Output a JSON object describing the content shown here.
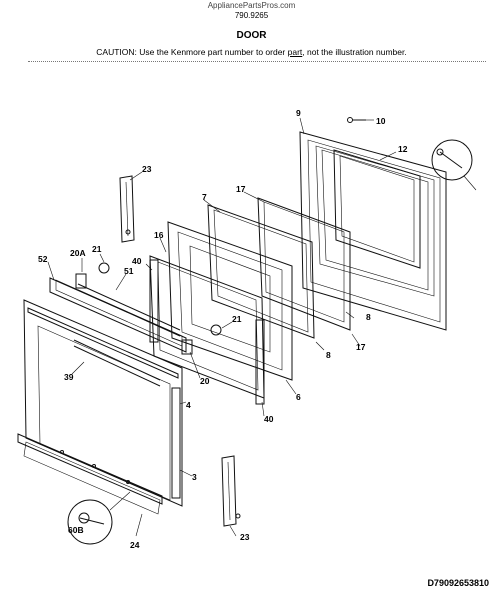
{
  "header": {
    "site": "AppliancePartsPros.com",
    "model": "790.9265",
    "title": "DOOR",
    "caution_pre": "CAUTION: Use the Kenmore part number to order ",
    "caution_link": "part",
    "caution_post": ", not the illustration number."
  },
  "callouts": {
    "p9": "9",
    "p10": "10",
    "p12": "12",
    "p7": "7",
    "p17a": "17",
    "p17b": "17",
    "p8a": "8",
    "p8b": "8",
    "p23a": "23",
    "p23b": "23",
    "p16": "16",
    "p40a": "40",
    "p40b": "40",
    "p21a": "21",
    "p21b": "21",
    "p20a": "20A",
    "p20": "20",
    "p52": "52",
    "p51": "51",
    "p39": "39",
    "p4": "4",
    "p6": "6",
    "p3": "3",
    "p60b": "60B",
    "p24": "24"
  },
  "footer": {
    "doc_id": "D79092653810"
  }
}
